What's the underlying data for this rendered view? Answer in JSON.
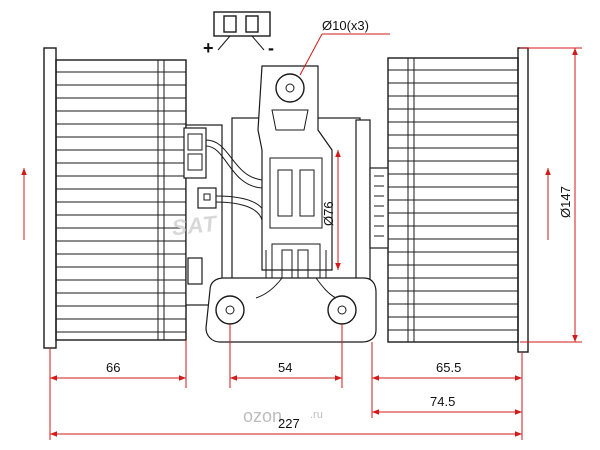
{
  "dimensions": {
    "left_fan_width": "66",
    "hole_spacing": "54",
    "right_fan_width": "65.5",
    "offset_right": "74.5",
    "overall_width": "227",
    "motor_diameter": "Ø76",
    "fan_diameter": "Ø147",
    "mount_holes": "Ø10(x3)"
  },
  "connector": {
    "plus_sign": "+",
    "minus_sign": "-"
  },
  "watermark": {
    "brand": "SAT",
    "site_name": "ozon",
    "site_domain": ".ru"
  },
  "colors": {
    "dimension_lines": "#d11a1a",
    "drawing_lines": "#1a1a1a",
    "background": "#ffffff"
  }
}
